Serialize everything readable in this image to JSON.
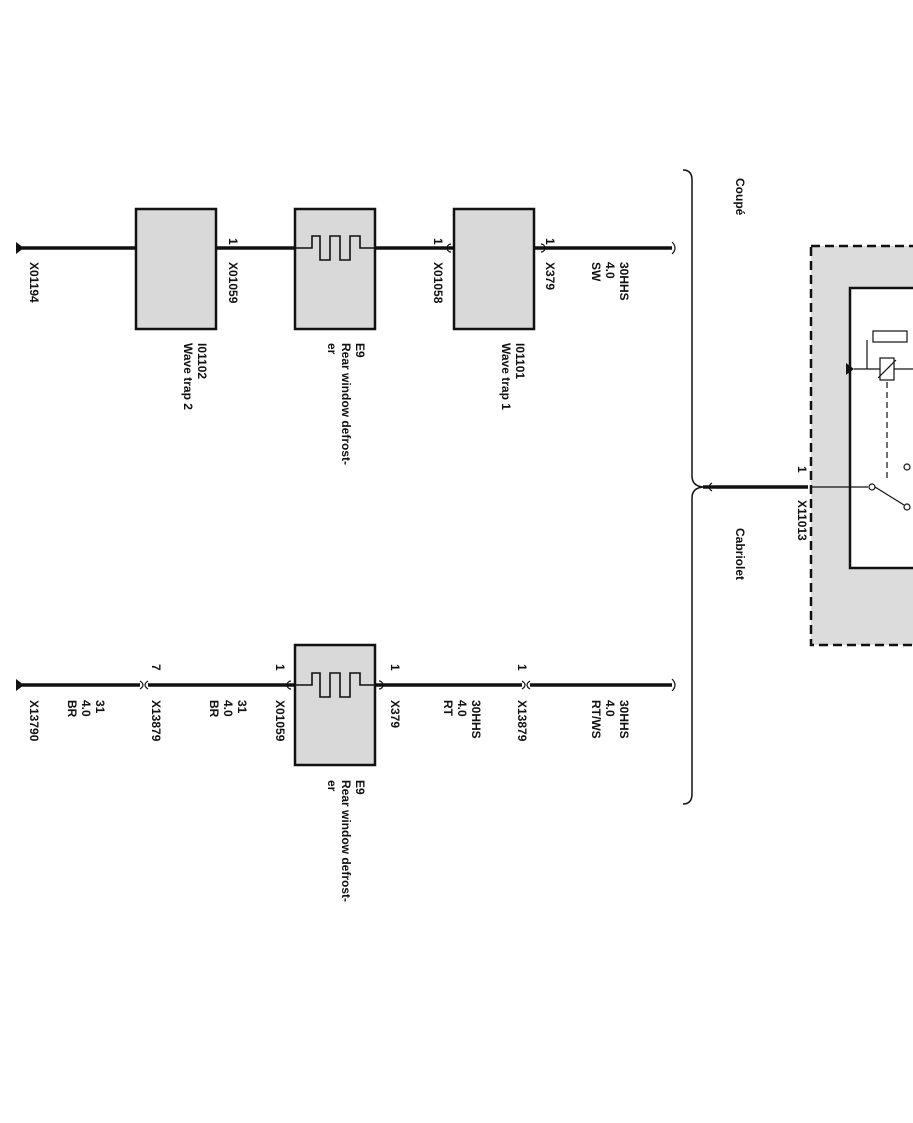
{
  "variants": {
    "coupe": "Coupé",
    "cabriolet": "Cabriolet"
  },
  "coupe": {
    "supply": {
      "signal": "30HHS",
      "gauge": "4.0",
      "color": "SW"
    },
    "connectors": {
      "x379": "X379",
      "x01058": "X01058",
      "x01059": "X01059",
      "x01194": "X01194"
    },
    "pins": {
      "x379": "1",
      "x01058": "1",
      "x01059": "1"
    },
    "wave_trap_1": {
      "id": "I01101",
      "name": "Wave trap 1"
    },
    "defroster": {
      "id": "E9",
      "name": "Rear window defrost-",
      "name_cont": "er"
    },
    "wave_trap_2": {
      "id": "I01102",
      "name": "Wave trap 2"
    }
  },
  "cabriolet": {
    "supply": {
      "signal": "30HHS",
      "gauge": "4.0",
      "color": "RT/WS"
    },
    "seg2": {
      "signal": "30HHS",
      "gauge": "4.0",
      "color": "RT"
    },
    "seg4": {
      "signal": "31",
      "gauge": "4.0",
      "color": "BR"
    },
    "seg5": {
      "signal": "31",
      "gauge": "4.0",
      "color": "BR"
    },
    "connectors": {
      "x13879a": "X13879",
      "x379": "X379",
      "x01059": "X01059",
      "x13879b": "X13879",
      "x13790": "X13790"
    },
    "pins": {
      "x13879a": "1",
      "x379": "1",
      "x01059": "1",
      "x13879b": "7"
    },
    "defroster": {
      "id": "E9",
      "name": "Rear window defrost-",
      "name_cont": "er"
    }
  },
  "relay": {
    "connector": "X11013",
    "pin": "1"
  }
}
